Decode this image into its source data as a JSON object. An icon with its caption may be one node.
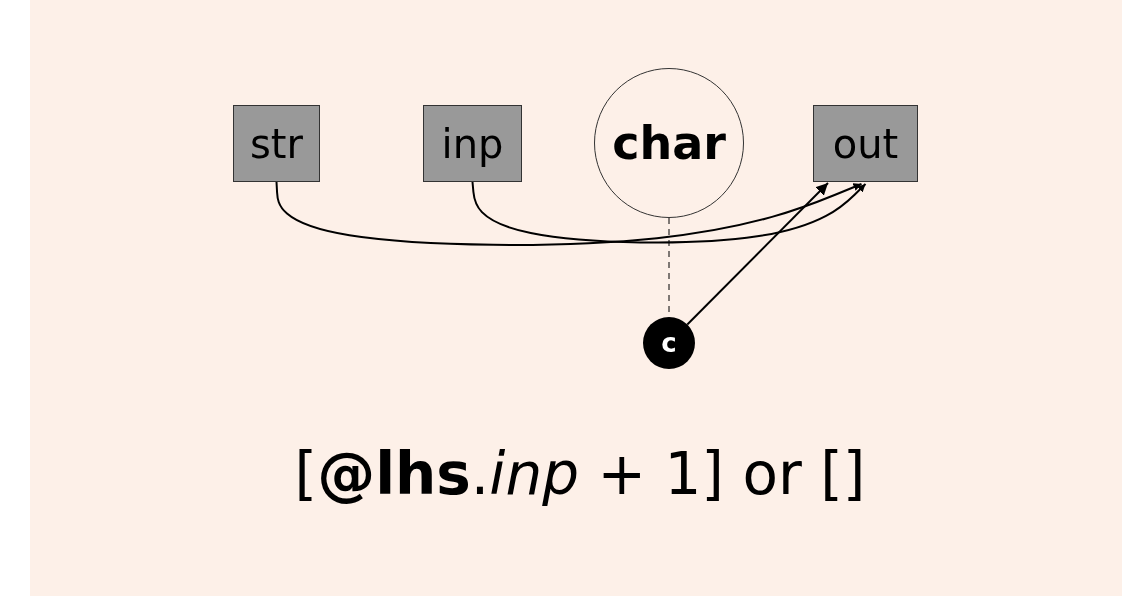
{
  "diagram": {
    "nodes": [
      {
        "text": [
          "str"
        ]
      },
      {
        "text": [
          "inp"
        ]
      },
      {
        "text": [
          "char"
        ]
      },
      {
        "text": [
          "out"
        ]
      },
      {
        "text": [
          "c"
        ]
      }
    ],
    "edges": [
      {
        "from": 0,
        "to": 3,
        "arrow": "to"
      },
      {
        "from": 1,
        "to": 3,
        "arrow": "to"
      },
      {
        "from": 4,
        "to": 3,
        "arrow": "to"
      },
      {
        "from": 2,
        "to": 4,
        "arrow": "none",
        "style": "dashed"
      }
    ],
    "labels": [
      "[**@lhs**.*inp* + 1] or []"
    ]
  }
}
